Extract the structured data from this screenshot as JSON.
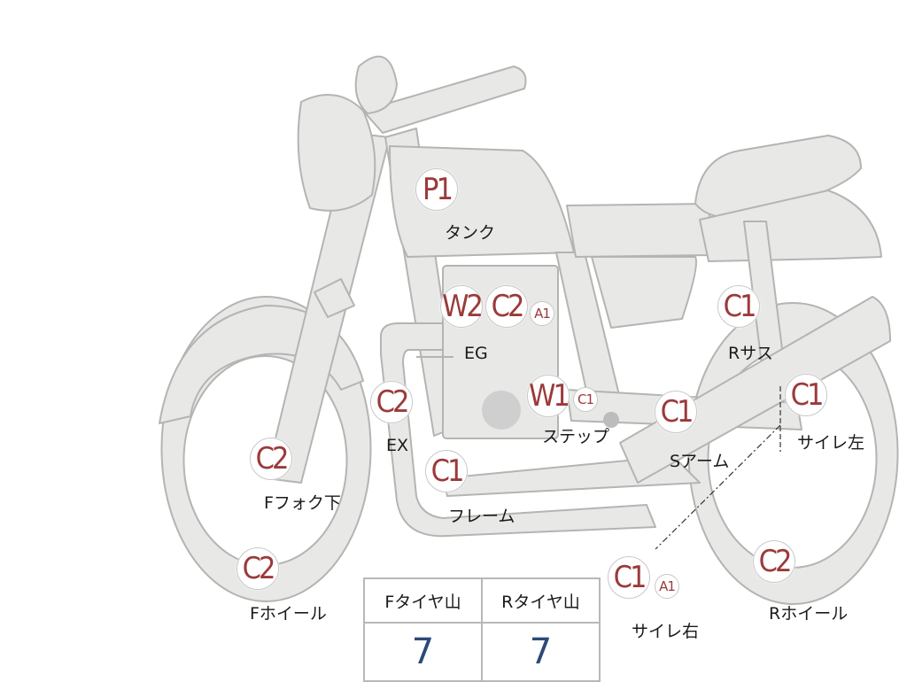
{
  "parts": [
    {
      "id": "tank",
      "grade": "P1",
      "label": "タンク"
    },
    {
      "id": "eg",
      "grade": "W2",
      "grade2": "C2",
      "small": "A1",
      "label": "EG"
    },
    {
      "id": "ex",
      "grade": "C2",
      "label": "EX"
    },
    {
      "id": "step",
      "grade": "W1",
      "small": "C1",
      "label": "ステップ"
    },
    {
      "id": "frame",
      "grade": "C1",
      "label": "フレーム"
    },
    {
      "id": "f_fork",
      "grade": "C2",
      "label": "Fフォク下"
    },
    {
      "id": "f_wheel",
      "grade": "C2",
      "label": "Fホイール"
    },
    {
      "id": "r_sus",
      "grade": "C1",
      "label": "Rサス"
    },
    {
      "id": "s_arm",
      "grade": "C1",
      "label": "Sアーム"
    },
    {
      "id": "muffler_l",
      "grade": "C1",
      "label": "サイレ左"
    },
    {
      "id": "muffler_r",
      "grade": "C1",
      "small": "A1",
      "label": "サイレ右"
    },
    {
      "id": "r_wheel",
      "grade": "C2",
      "label": "Rホイール"
    }
  ],
  "tires": {
    "front_header": "Fタイヤ山",
    "rear_header": "Rタイヤ山",
    "front_value": "7",
    "rear_value": "7"
  },
  "colors": {
    "body_fill": "#e8e8e6",
    "body_stroke": "#b4b4b2",
    "grade_text": "#9b3a3a",
    "tire_value": "#2c4a78"
  }
}
